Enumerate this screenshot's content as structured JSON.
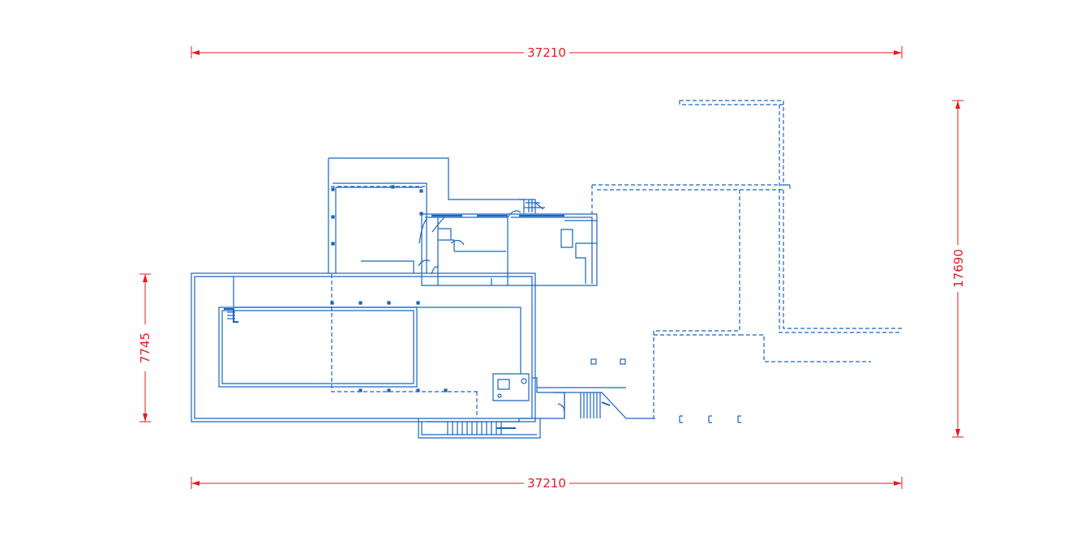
{
  "dimensions": {
    "top_width": "37210",
    "bottom_width": "37210",
    "left_height": "7745",
    "right_height": "17690"
  },
  "colors": {
    "dimension": "#e8191f",
    "plan": "#1a64c2",
    "background": "#ffffff"
  }
}
